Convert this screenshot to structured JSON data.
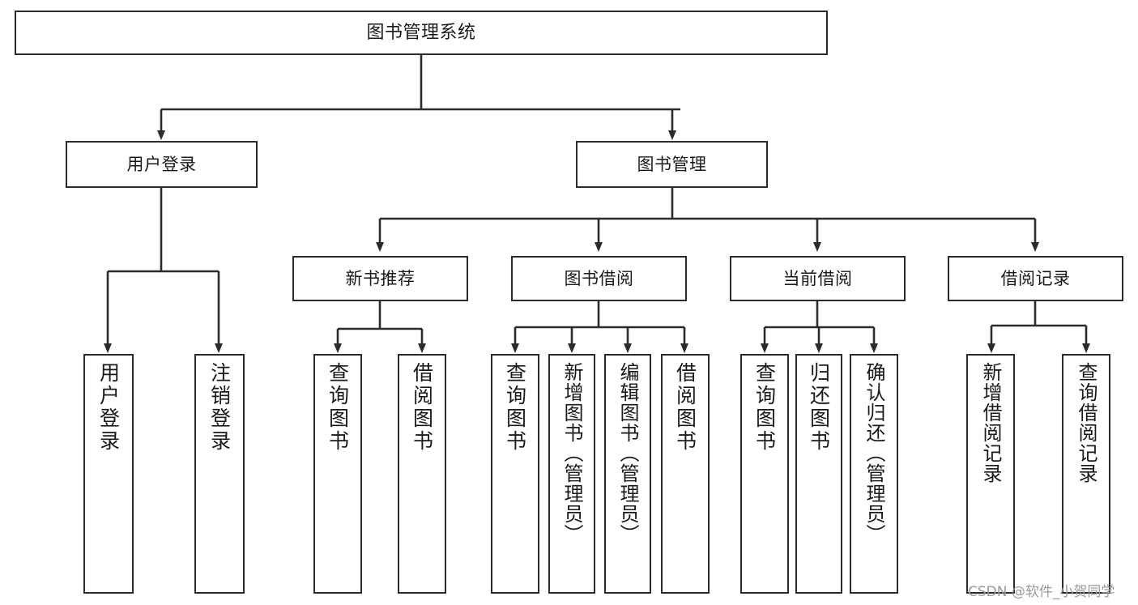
{
  "diagram": {
    "type": "tree-hierarchy-chart",
    "title": "图书管理系统",
    "orientation": "top-down",
    "line_color": "#2b2b2b",
    "box_fill": "#ffffff",
    "text_color": "#1a1a1a",
    "nodes": {
      "root": {
        "label": "图书管理系统"
      },
      "level1": [
        {
          "id": "user-login",
          "label": "用户登录"
        },
        {
          "id": "book-management",
          "label": "图书管理"
        }
      ],
      "level2": [
        {
          "id": "new-book-recommend",
          "label": "新书推荐",
          "parent": "book-management"
        },
        {
          "id": "book-borrow",
          "label": "图书借阅",
          "parent": "book-management"
        },
        {
          "id": "current-borrow",
          "label": "当前借阅",
          "parent": "book-management"
        },
        {
          "id": "borrow-record",
          "label": "借阅记录",
          "parent": "book-management"
        }
      ],
      "leaves": [
        {
          "id": "leaf-user-login",
          "label": "用户登录",
          "parent": "user-login"
        },
        {
          "id": "leaf-logout",
          "label": "注销登录",
          "parent": "user-login"
        },
        {
          "id": "leaf-query-book-1",
          "label": "查询图书",
          "parent": "new-book-recommend"
        },
        {
          "id": "leaf-borrow-book-1",
          "label": "借阅图书",
          "parent": "new-book-recommend"
        },
        {
          "id": "leaf-query-book-2",
          "label": "查询图书",
          "parent": "book-borrow"
        },
        {
          "id": "leaf-add-book",
          "label": "新增图书（管理员）",
          "parent": "book-borrow"
        },
        {
          "id": "leaf-edit-book",
          "label": "编辑图书（管理员）",
          "parent": "book-borrow"
        },
        {
          "id": "leaf-borrow-book-2",
          "label": "借阅图书",
          "parent": "book-borrow"
        },
        {
          "id": "leaf-query-book-3",
          "label": "查询图书",
          "parent": "current-borrow"
        },
        {
          "id": "leaf-return-book",
          "label": "归还图书",
          "parent": "current-borrow"
        },
        {
          "id": "leaf-confirm-return",
          "label": "确认归还（管理员）",
          "parent": "current-borrow"
        },
        {
          "id": "leaf-add-record",
          "label": "新增借阅记录",
          "parent": "borrow-record"
        },
        {
          "id": "leaf-query-record",
          "label": "查询借阅记录",
          "parent": "borrow-record"
        }
      ]
    }
  },
  "watermark": {
    "text": "CSDN @软件_小贺同学"
  }
}
